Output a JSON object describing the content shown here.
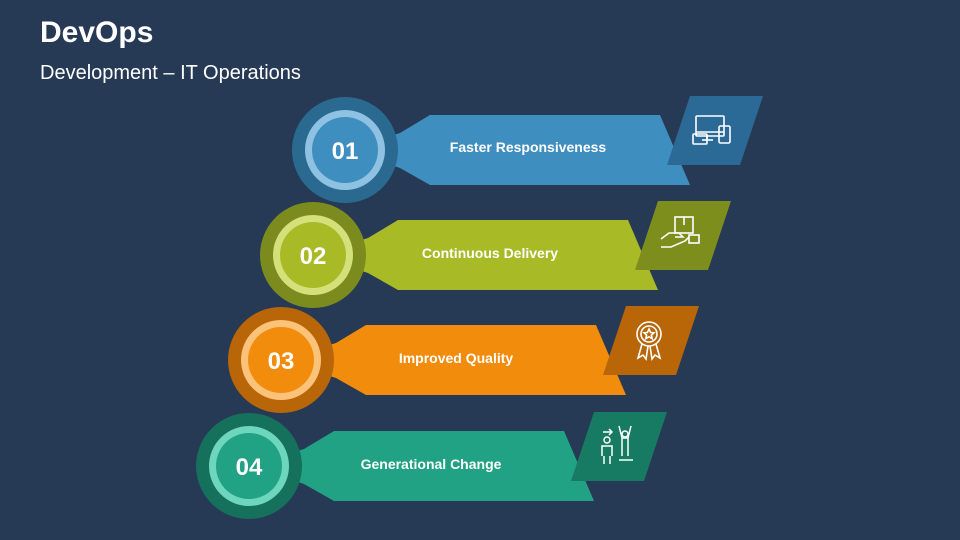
{
  "header": {
    "title": "DevOps",
    "subtitle": "Development – IT Operations"
  },
  "steps": [
    {
      "number": "01",
      "label": "Faster  Responsiveness",
      "icon": "devices-icon",
      "color": "#3f8ec0",
      "dark": "#2b6a96",
      "ring": "#2a6a91",
      "inner": "#8fc2e2"
    },
    {
      "number": "02",
      "label": "Continuous Delivery",
      "icon": "package-delivery-icon",
      "color": "#a8bb26",
      "dark": "#7e8e1c",
      "ring": "#7c8b1e",
      "inner": "#d4e07a"
    },
    {
      "number": "03",
      "label": "Improved Quality",
      "icon": "award-ribbon-icon",
      "color": "#f28c0d",
      "dark": "#b86608",
      "ring": "#b86608",
      "inner": "#fbc37a"
    },
    {
      "number": "04",
      "label": "Generational Change",
      "icon": "growth-people-icon",
      "color": "#21a284",
      "dark": "#177a63",
      "ring": "#15705c",
      "inner": "#6dd6bc"
    }
  ]
}
